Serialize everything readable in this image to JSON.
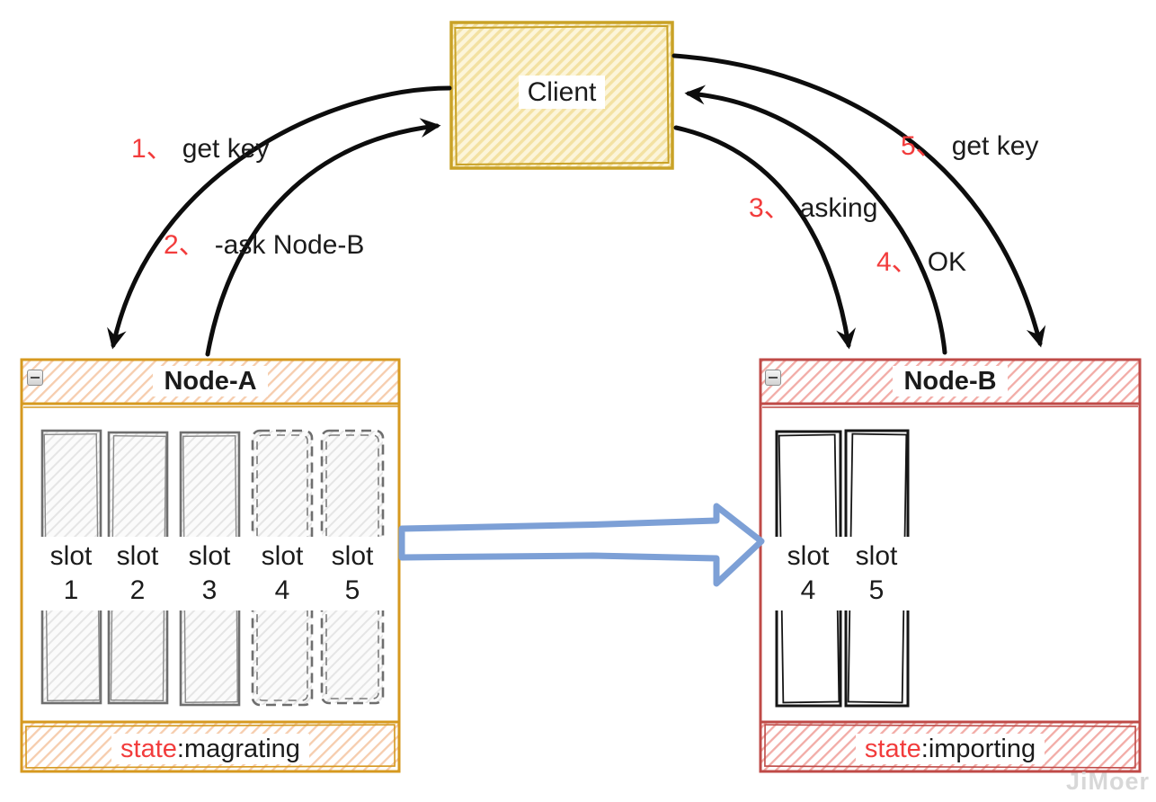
{
  "diagram": {
    "title_hint": "Redis cluster slot migration diagram",
    "client": {
      "label": "Client"
    },
    "node_a": {
      "title": "Node-A",
      "state": {
        "key": "state",
        "value": ":magrating"
      },
      "slots": [
        {
          "word": "slot",
          "num": "1",
          "border": "solid"
        },
        {
          "word": "slot",
          "num": "2",
          "border": "solid"
        },
        {
          "word": "slot",
          "num": "3",
          "border": "solid"
        },
        {
          "word": "slot",
          "num": "4",
          "border": "dashed"
        },
        {
          "word": "slot",
          "num": "5",
          "border": "dashed"
        }
      ]
    },
    "node_b": {
      "title": "Node-B",
      "state": {
        "key": "state",
        "value": ":importing"
      },
      "slots": [
        {
          "word": "slot",
          "num": "4",
          "border": "solid"
        },
        {
          "word": "slot",
          "num": "5",
          "border": "solid"
        }
      ]
    },
    "arrows": [
      {
        "num": "1、",
        "label": "get key",
        "from": "Client",
        "to": "Node-A"
      },
      {
        "num": "2、",
        "label": "-ask Node-B",
        "from": "Node-A",
        "to": "Client"
      },
      {
        "num": "3、",
        "label": "asking",
        "from": "Client",
        "to": "Node-B"
      },
      {
        "num": "4、",
        "label": "OK",
        "from": "Node-B",
        "to": "Client"
      },
      {
        "num": "5、",
        "label": "get key",
        "from": "Client",
        "to": "Node-B"
      }
    ],
    "migration_arrow": {
      "from": "Node-A",
      "to": "Node-B",
      "color": "#7DA0D6"
    },
    "watermark": "JiMoer",
    "colors": {
      "client_border": "#C9A227",
      "client_hatch": "#F3E1A2",
      "node_a_border": "#D6991F",
      "node_a_hatch": "#F6CDAE",
      "node_b_border": "#BF4A47",
      "node_b_hatch": "#F2ACA7",
      "slot_gray_border": "#6E6E6E",
      "slot_black_border": "#161616",
      "label_red": "#F23C3C",
      "arrow_black": "#0D0D0D",
      "migration_blue": "#7DA0D6",
      "watermark_gray": "#D8D8D8"
    }
  }
}
